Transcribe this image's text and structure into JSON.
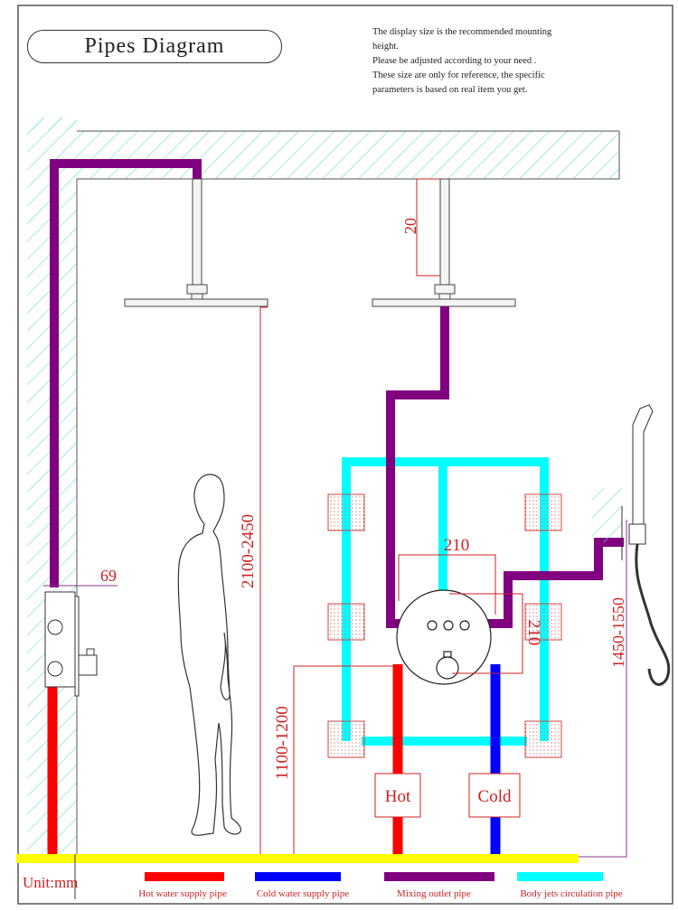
{
  "title": "Pipes Diagram",
  "notes": [
    "The display size is the recommended mounting",
    "height.",
    "Please be adjusted according to your need .",
    "These size are only for reference, the specific",
    "parameters is based on real item you get."
  ],
  "dimensions": {
    "arm_drop": "20",
    "head_height": "2100-2450",
    "valve_height": "1100-1200",
    "valve_width": "210",
    "valve_height_span": "210",
    "wall_depth": "69",
    "handshower_height": "1450-1550"
  },
  "labels": {
    "hot": "Hot",
    "cold": "Cold",
    "unit": "Unit:mm"
  },
  "legend": [
    {
      "label": "Hot water supply pipe",
      "color": "#ff0000"
    },
    {
      "label": "Cold water supply pipe",
      "color": "#0000ff"
    },
    {
      "label": "Mixing outlet pipe",
      "color": "#800080"
    },
    {
      "label": "Body jets circulation pipe",
      "color": "#00ffff"
    }
  ],
  "colors": {
    "hot": "#ff0000",
    "cold": "#0000ff",
    "mix": "#800080",
    "jets": "#00ffff",
    "floor": "#ffff00",
    "dimension": "#cc2222",
    "hatch": "#66dddd"
  }
}
